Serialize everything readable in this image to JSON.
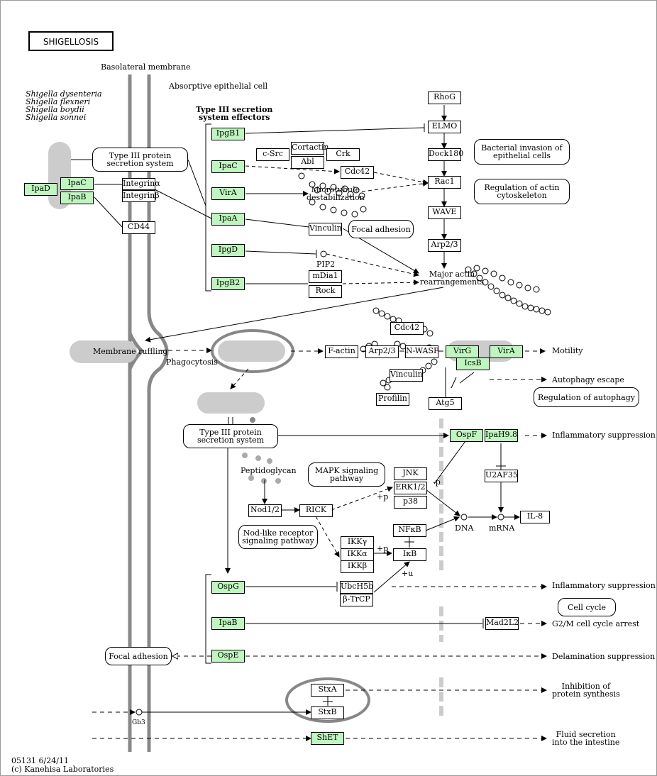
{
  "title": "SHIGELLOSIS",
  "footer": {
    "code": "05131 6/24/11",
    "copyright": "(c) Kanehisa Laboratories"
  },
  "labels": {
    "basolateral": "Basolateral membrane",
    "absorptive": "Absorptive epithelial cell",
    "species1": "Shigella dysenteria",
    "species2": "Shigella flexneri",
    "species3": "Shigella boydii",
    "species4": "Shigella sonnei",
    "t3ss_effectors": "Type III secretion\nsystem effectors",
    "microtubule": "Microtubule\ndestabilization",
    "pip2": "PIP2",
    "major_actin": "Major actin\nrearrangements",
    "membrane_ruffling": "Membrane ruffling",
    "phagocytosis": "Phagocytosis",
    "motility": "Motility",
    "autophagy_escape": "Autophagy escape",
    "inflammatory_suppression_1": "Inflammatory suppression",
    "inflammatory_suppression_2": "Inflammatory suppression",
    "peptidoglycan": "Peptidoglycan",
    "dna": "DNA",
    "mrna": "mRNA",
    "g2m": "G2/M cell cycle arrest",
    "delamination": "Delamination suppression",
    "inhibition": "Inhibition of\nprotein synthesis",
    "fluid": "Fluid secretion\ninto the intestine",
    "gb3": "Gb3",
    "p1": "-p",
    "p2": "+p",
    "p3": "+p",
    "u1": "+u"
  },
  "pathways": {
    "t3ss_top": "Type III protein\nsecretion system",
    "bacterial_invasion": "Bacterial invasion of\nepithelial cells",
    "regulation_actin": "Regulation of actin\ncytoskeleton",
    "focal_adhesion_top": "Focal adhesion",
    "regulation_autophagy": "Regulation of autophagy",
    "t3ss_mid": "Type III protein\nsecretion system",
    "mapk": "MAPK signaling\npathway",
    "nod_like": "Nod-like receptor\nsignaling pathway",
    "cell_cycle": "Cell cycle",
    "focal_adhesion_bottom": "Focal adhesion"
  },
  "nodes": {
    "IpaD": "IpaD",
    "IpaC": "IpaC",
    "IpaB": "IpaB",
    "Integrina": "Integrinα",
    "Integrinb": "Integrinβ",
    "CD44": "CD44",
    "IpgB1": "IpgB1",
    "IpaC2": "IpaC",
    "VirA": "VirA",
    "IpaA": "IpaA",
    "IpgD": "IpgD",
    "IpgB2": "IpgB2",
    "cSrc": "c-Src",
    "Cortactin": "Cortactin",
    "Abl": "Abl",
    "Crk": "Crk",
    "Cdc42a": "Cdc42",
    "Vinculin": "Vinculin",
    "mDia1": "mDia1",
    "Rock": "Rock",
    "RhoG": "RhoG",
    "ELMO": "ELMO",
    "Dock180": "Dock180",
    "Rac1": "Rac1",
    "WAVE": "WAVE",
    "Arp23a": "Arp2/3",
    "Cdc42b": "Cdc42",
    "Factin": "F-actin",
    "Arp23b": "Arp2/3",
    "NWASP": "N-WASP",
    "VirG": "VirG",
    "VirA2": "VirA",
    "IcsB": "IcsB",
    "Vinculin2": "Vinculin",
    "Profilin": "Profilin",
    "Atg5": "Atg5",
    "OspF": "OspF",
    "IpaH98": "IpaH9.8",
    "U2AF35": "U2AF35",
    "JNK": "JNK",
    "ERK12": "ERK1/2",
    "p38": "p38",
    "Nod12": "Nod1/2",
    "RICK": "RICK",
    "IKKg": "IKKγ",
    "IKKa": "IKKα",
    "IKKb": "IKKβ",
    "NFkB": "NFκB",
    "IkB": "IκB",
    "IL8": "IL-8",
    "OspG": "OspG",
    "UbcH5b": "UbcH5b",
    "bTrCP": "β-TrCP",
    "IpaB2": "IpaB",
    "Mad2L2": "Mad2L2",
    "OspE": "OspE",
    "StxA": "StxA",
    "StxB": "StxB",
    "ShET": "ShET"
  },
  "colors": {
    "gene_fill": "#bff5bf",
    "membrane": "#888888",
    "bacterium": "#cccccc",
    "line": "#000000"
  }
}
